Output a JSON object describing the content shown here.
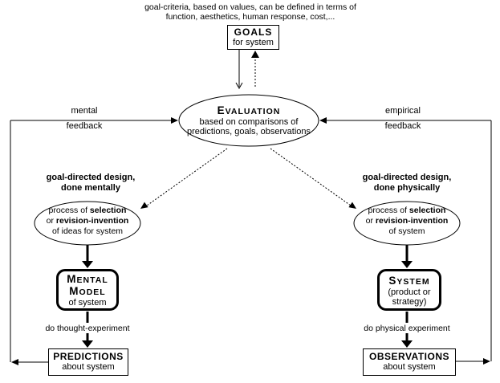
{
  "caption": {
    "line1": "goal-criteria, based on values, can be defined in terms of",
    "line2": "function, aesthetics, human response, cost,..."
  },
  "goals_box": {
    "title": "GOALS",
    "subtitle": "for system"
  },
  "evaluation": {
    "title": "EVALUATION",
    "desc_line1": "based on comparisons of",
    "desc_line2": "predictions, goals, observations"
  },
  "mental_feedback": {
    "line1": "mental",
    "line2": "feedback"
  },
  "empirical_feedback": {
    "line1": "empirical",
    "line2": "feedback"
  },
  "left": {
    "heading_line1": "goal-directed design,",
    "heading_line2": "done mentally",
    "process": {
      "line1_pre": "process of ",
      "line1_bold": "selection",
      "line2_pre": "or ",
      "line2_bold": "revision-invention",
      "line3": "of ideas for system"
    },
    "model_box": {
      "title_line1": "MENTAL",
      "title_line2": "MODEL",
      "subtitle": "of system"
    },
    "action": "do thought-experiment",
    "result_box": {
      "title": "PREDICTIONS",
      "subtitle": "about system"
    }
  },
  "right": {
    "heading_line1": "goal-directed design,",
    "heading_line2": "done physically",
    "process": {
      "line1_pre": "process of ",
      "line1_bold": "selection",
      "line2_pre": "or ",
      "line2_bold": "revision-invention",
      "line3": "of system"
    },
    "model_box": {
      "title": "SYSTEM",
      "subtitle_line1": "(product or",
      "subtitle_line2": "strategy)"
    },
    "action": "do physical experiment",
    "result_box": {
      "title": "OBSERVATIONS",
      "subtitle": "about system"
    }
  },
  "colors": {
    "line": "#000000",
    "background": "#ffffff"
  }
}
